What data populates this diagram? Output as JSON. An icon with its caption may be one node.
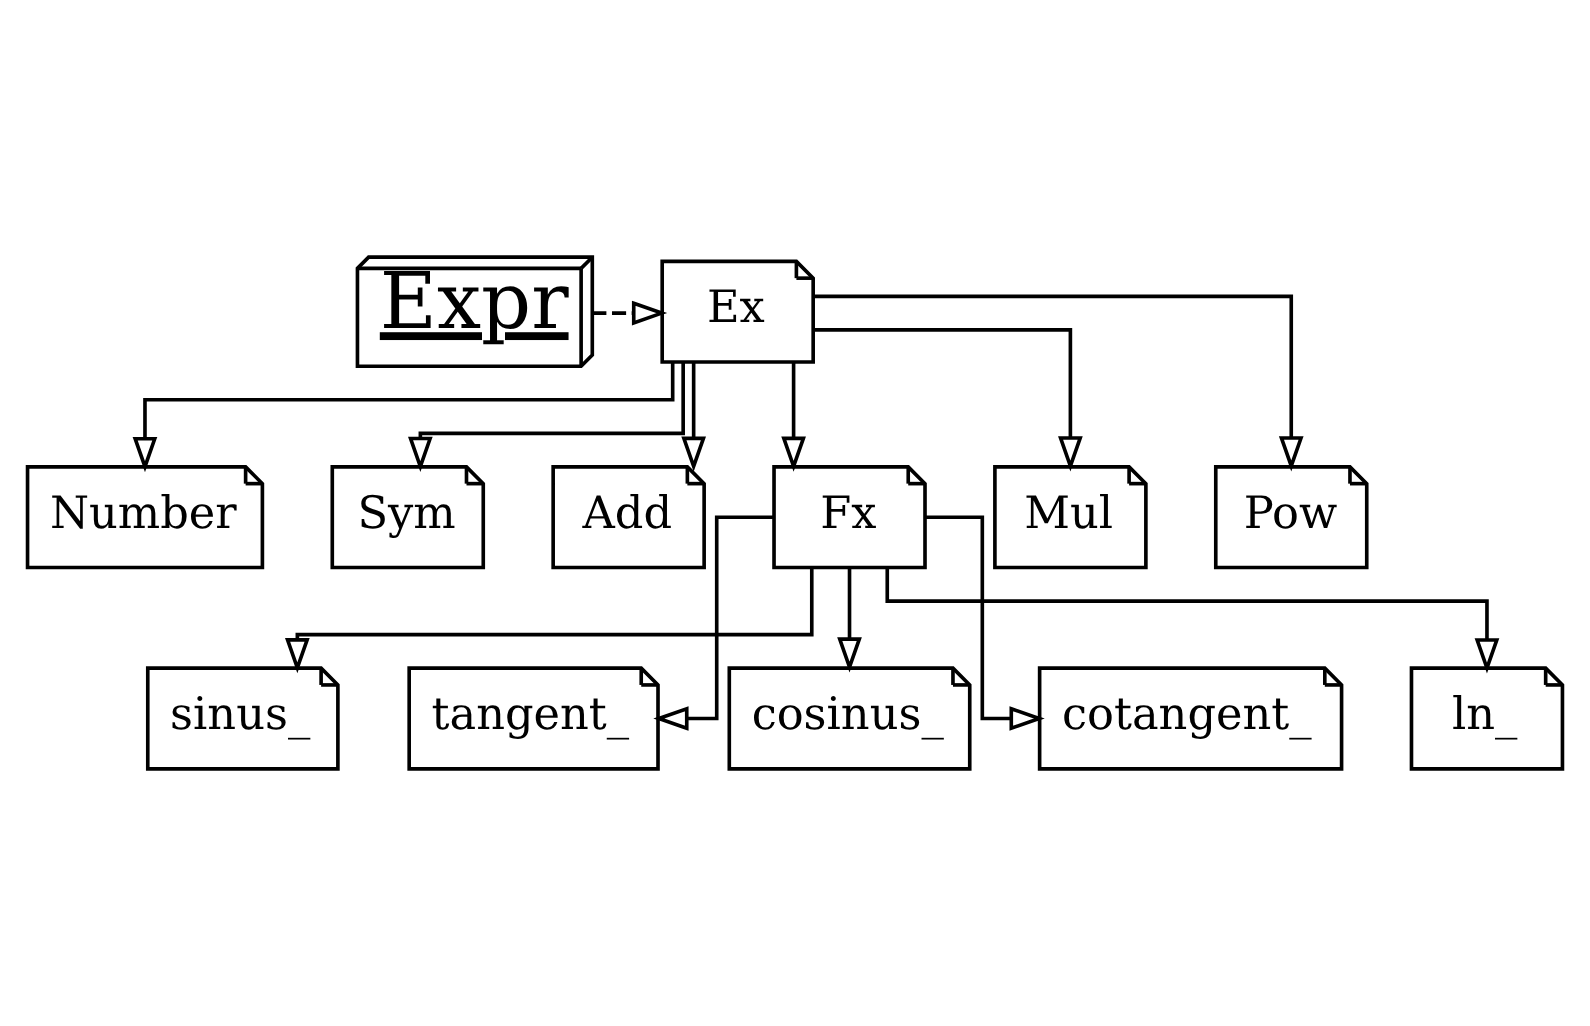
{
  "diagram": {
    "nodes": [
      {
        "text": [
          "Expr"
        ]
      },
      {
        "text": [
          "Ex"
        ]
      },
      {
        "text": [
          "Number"
        ]
      },
      {
        "text": [
          "Sym"
        ]
      },
      {
        "text": [
          "Add"
        ]
      },
      {
        "text": [
          "Fx"
        ]
      },
      {
        "text": [
          "Mul"
        ]
      },
      {
        "text": [
          "Pow"
        ]
      },
      {
        "text": [
          "sinus_"
        ]
      },
      {
        "text": [
          "tangent_"
        ]
      },
      {
        "text": [
          "cosinus_"
        ]
      },
      {
        "text": [
          "cotangent_"
        ]
      },
      {
        "text": [
          "ln_"
        ]
      }
    ],
    "edges": [
      {
        "from": 0,
        "to": 1,
        "arrow": "to",
        "style": "dashed"
      },
      {
        "from": 1,
        "to": 2,
        "arrow": "to"
      },
      {
        "from": 1,
        "to": 3,
        "arrow": "to"
      },
      {
        "from": 1,
        "to": 4,
        "arrow": "to"
      },
      {
        "from": 1,
        "to": 5,
        "arrow": "to"
      },
      {
        "from": 1,
        "to": 6,
        "arrow": "to"
      },
      {
        "from": 1,
        "to": 7,
        "arrow": "to"
      },
      {
        "from": 5,
        "to": 8,
        "arrow": "to"
      },
      {
        "from": 5,
        "to": 9,
        "arrow": "to"
      },
      {
        "from": 5,
        "to": 10,
        "arrow": "to"
      },
      {
        "from": 5,
        "to": 11,
        "arrow": "to"
      },
      {
        "from": 5,
        "to": 12,
        "arrow": "to"
      }
    ]
  }
}
